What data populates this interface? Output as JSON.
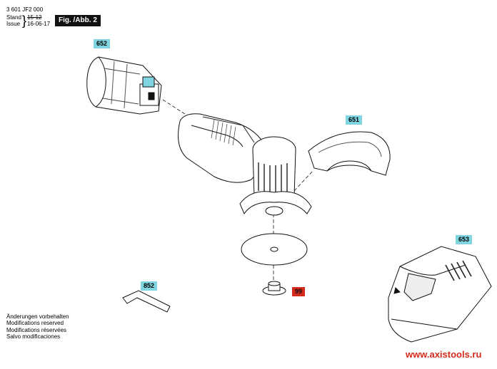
{
  "header": {
    "part_number": "3 601 JF2 000",
    "stand_label": "Stand",
    "stand_value": "15-12",
    "issue_label": "Issue",
    "issue_value": "16-06-17",
    "figure_title": "Fig. /Abb. 2"
  },
  "parts": [
    {
      "id": "652",
      "component": "battery-pack"
    },
    {
      "id": "651",
      "component": "guard"
    },
    {
      "id": "653",
      "component": "charger"
    },
    {
      "id": "852",
      "component": "hex-key"
    },
    {
      "id": "99",
      "component": "flange-nut"
    }
  ],
  "notes": [
    "Änderungen vorbehalten",
    "Modifications reserved",
    "Modifications réservées",
    "Salvo modificaciones"
  ],
  "watermark": "www.axistools.ru",
  "colors": {
    "tag_cyan": "#7fd6e0",
    "tag_red": "#d42a1c"
  }
}
